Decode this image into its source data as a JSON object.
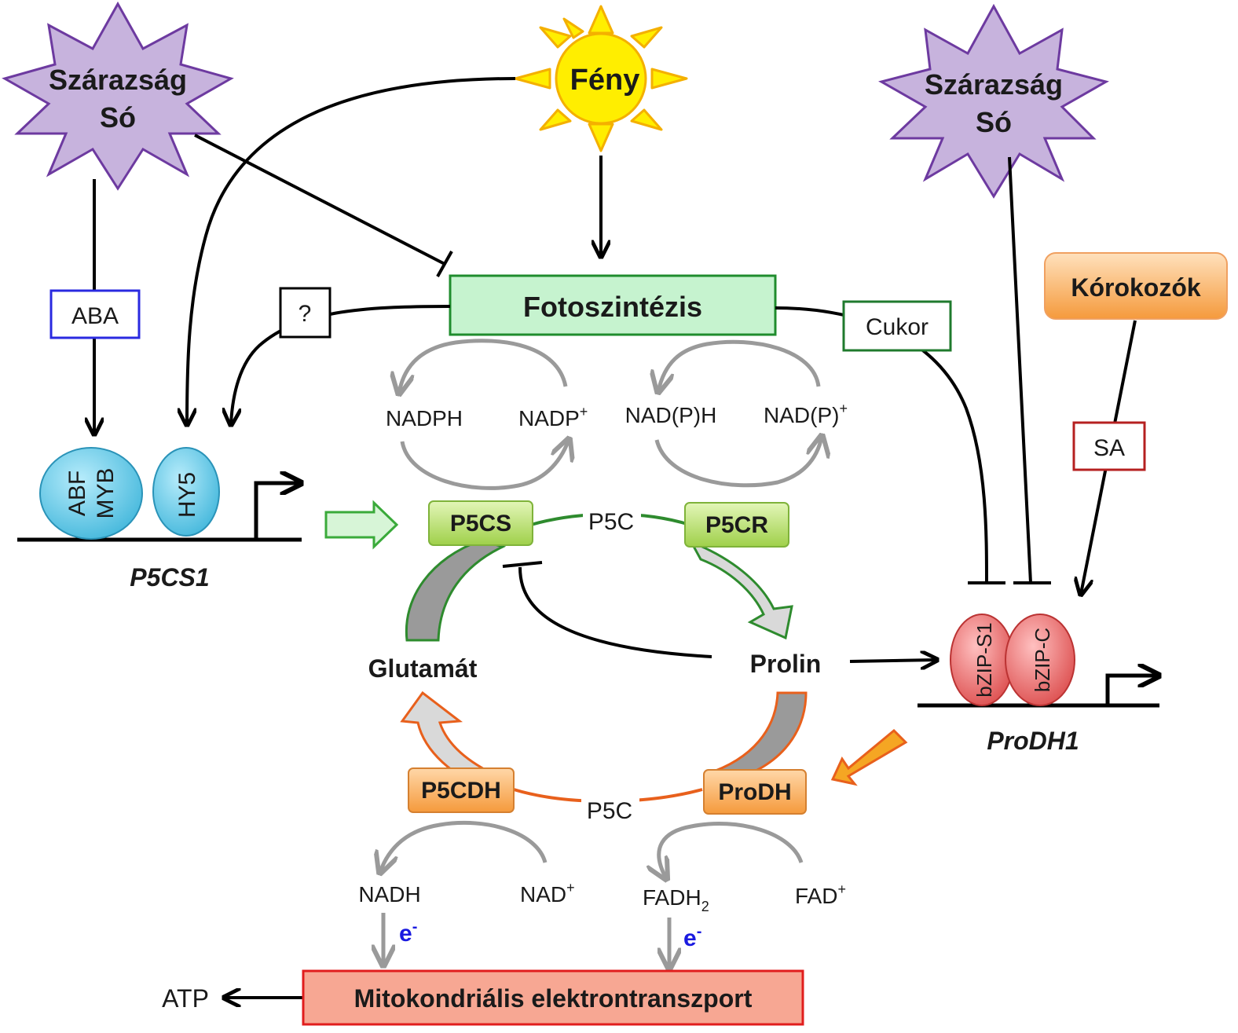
{
  "stress_left": {
    "line1": "Szárazság",
    "line2": "Só"
  },
  "stress_right": {
    "line1": "Szárazság",
    "line2": "Só"
  },
  "light": {
    "label": "Fény"
  },
  "photosynthesis": {
    "label": "Fotoszintézis"
  },
  "pathogens": {
    "label": "Kórokozók"
  },
  "signals": {
    "aba": "ABA",
    "unknown": "?",
    "sugar": "Cukor",
    "sa": "SA"
  },
  "p5cs1_gene": {
    "name": "P5CS1",
    "factors": [
      {
        "line1": "ABF",
        "line2": "MYB"
      },
      {
        "line1": "HY5"
      }
    ]
  },
  "prodh1_gene": {
    "name": "ProDH1",
    "factors": [
      {
        "line1": "bZIP-S1"
      },
      {
        "line1": "bZIP-C"
      }
    ]
  },
  "enzymes": {
    "p5cs": "P5CS",
    "p5cr": "P5CR",
    "p5cdh": "P5CDH",
    "prodh": "ProDH"
  },
  "metabolites": {
    "glutamate": "Glutamát",
    "proline": "Prolin",
    "p5c_top": "P5C",
    "p5c_bottom": "P5C"
  },
  "cofactors": {
    "nadph": "NADPH",
    "nadp_base": "NADP",
    "nadp_sup": "+",
    "nadph2_base": "NAD(P)H",
    "nadp2_base": "NAD(P)",
    "nadp2_sup": "+",
    "nadh": "NADH",
    "nad_base": "NAD",
    "nad_sup": "+",
    "fadh_base": "FADH",
    "fadh_sub": "2",
    "fad_base": "FAD",
    "fad_sup": "+"
  },
  "electron": {
    "base": "e",
    "sup": "-"
  },
  "mito": {
    "label": "Mitokondriális elektrontranszport"
  },
  "atp": {
    "label": "ATP"
  },
  "colors": {
    "stress_fill": "#c7b3dd",
    "stress_stroke": "#6d3aa0",
    "sun_fill": "#ffee00",
    "sun_stroke": "#f4b000",
    "photo_fill": "#c6f3cf",
    "photo_stroke": "#1f8c2d",
    "enzyme_green": "#c0e27a",
    "enzyme_orange": "#ffb35e",
    "tf_blue": "#6fd0ea",
    "tf_red": "#ea7a7a",
    "mito_fill": "#f7a793",
    "mito_stroke": "#e11d1d"
  }
}
